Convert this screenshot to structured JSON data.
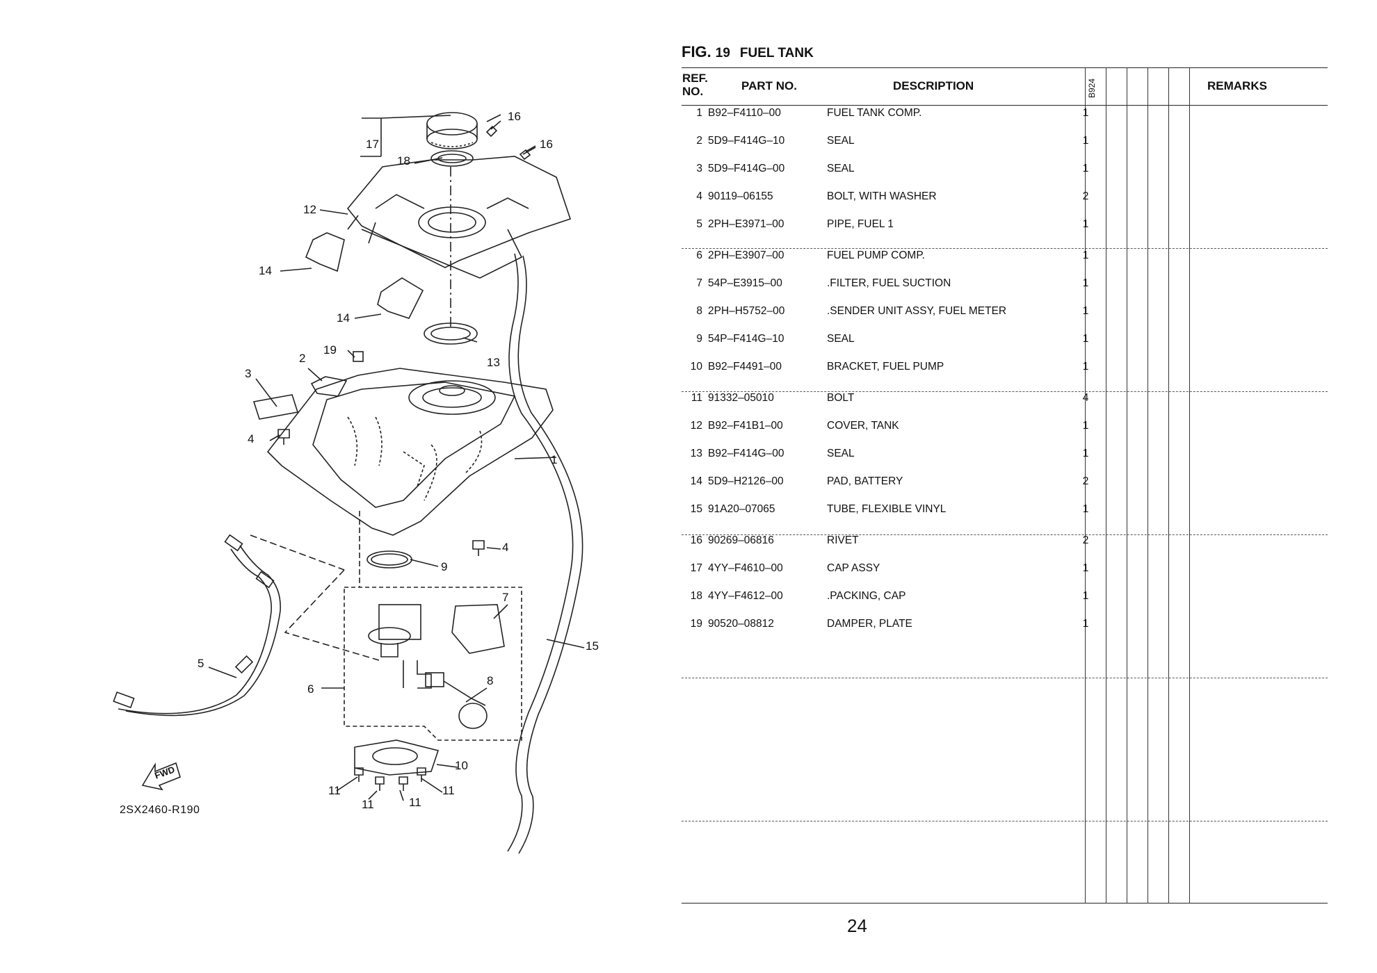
{
  "figure": {
    "fig_word": "FIG.",
    "number": "19",
    "title": "FUEL TANK",
    "diagram_code": "2SX2460-R190",
    "fwd_label": "FWD"
  },
  "headers": {
    "ref_line1": "REF.",
    "ref_line2": "NO.",
    "part_no": "PART NO.",
    "description": "DESCRIPTION",
    "model": "B924",
    "remarks": "REMARKS"
  },
  "parts": [
    {
      "ref": "1",
      "part": "B92–F4110–00",
      "desc": "FUEL TANK COMP.",
      "qty": "1"
    },
    {
      "ref": "2",
      "part": "5D9–F414G–10",
      "desc": "SEAL",
      "qty": "1"
    },
    {
      "ref": "3",
      "part": "5D9–F414G–00",
      "desc": "SEAL",
      "qty": "1"
    },
    {
      "ref": "4",
      "part": "90119–06155",
      "desc": "BOLT, WITH WASHER",
      "qty": "2"
    },
    {
      "ref": "5",
      "part": "2PH–E3971–00",
      "desc": "PIPE, FUEL 1",
      "qty": "1"
    },
    {
      "ref": "6",
      "part": "2PH–E3907–00",
      "desc": "FUEL PUMP COMP.",
      "qty": "1"
    },
    {
      "ref": "7",
      "part": "54P–E3915–00",
      "desc": ".FILTER, FUEL SUCTION",
      "qty": "1"
    },
    {
      "ref": "8",
      "part": "2PH–H5752–00",
      "desc": ".SENDER UNIT ASSY, FUEL METER",
      "qty": "1"
    },
    {
      "ref": "9",
      "part": "54P–F414G–10",
      "desc": "SEAL",
      "qty": "1"
    },
    {
      "ref": "10",
      "part": "B92–F4491–00",
      "desc": "BRACKET, FUEL PUMP",
      "qty": "1"
    },
    {
      "ref": "11",
      "part": "91332–05010",
      "desc": "BOLT",
      "qty": "4"
    },
    {
      "ref": "12",
      "part": "B92–F41B1–00",
      "desc": "COVER, TANK",
      "qty": "1"
    },
    {
      "ref": "13",
      "part": "B92–F414G–00",
      "desc": "SEAL",
      "qty": "1"
    },
    {
      "ref": "14",
      "part": "5D9–H2126–00",
      "desc": "PAD, BATTERY",
      "qty": "2"
    },
    {
      "ref": "15",
      "part": "91A20–07065",
      "desc": "TUBE, FLEXIBLE VINYL",
      "qty": "1"
    },
    {
      "ref": "16",
      "part": "90269–06816",
      "desc": "RIVET",
      "qty": "2"
    },
    {
      "ref": "17",
      "part": "4YY–F4610–00",
      "desc": "CAP ASSY",
      "qty": "1"
    },
    {
      "ref": "18",
      "part": "4YY–F4612–00",
      "desc": ".PACKING, CAP",
      "qty": "1"
    },
    {
      "ref": "19",
      "part": "90520–08812",
      "desc": "DAMPER, PLATE",
      "qty": "1"
    }
  ],
  "callouts": {
    "c1": "1",
    "c2": "2",
    "c3": "3",
    "c4a": "4",
    "c4b": "4",
    "c5": "5",
    "c6": "6",
    "c7": "7",
    "c8": "8",
    "c9": "9",
    "c10": "10",
    "c11a": "11",
    "c11b": "11",
    "c11c": "11",
    "c11d": "11",
    "c12": "12",
    "c13": "13",
    "c14a": "14",
    "c14b": "14",
    "c15": "15",
    "c16a": "16",
    "c16b": "16",
    "c17": "17",
    "c18": "18",
    "c19": "19"
  },
  "page_number": "24"
}
